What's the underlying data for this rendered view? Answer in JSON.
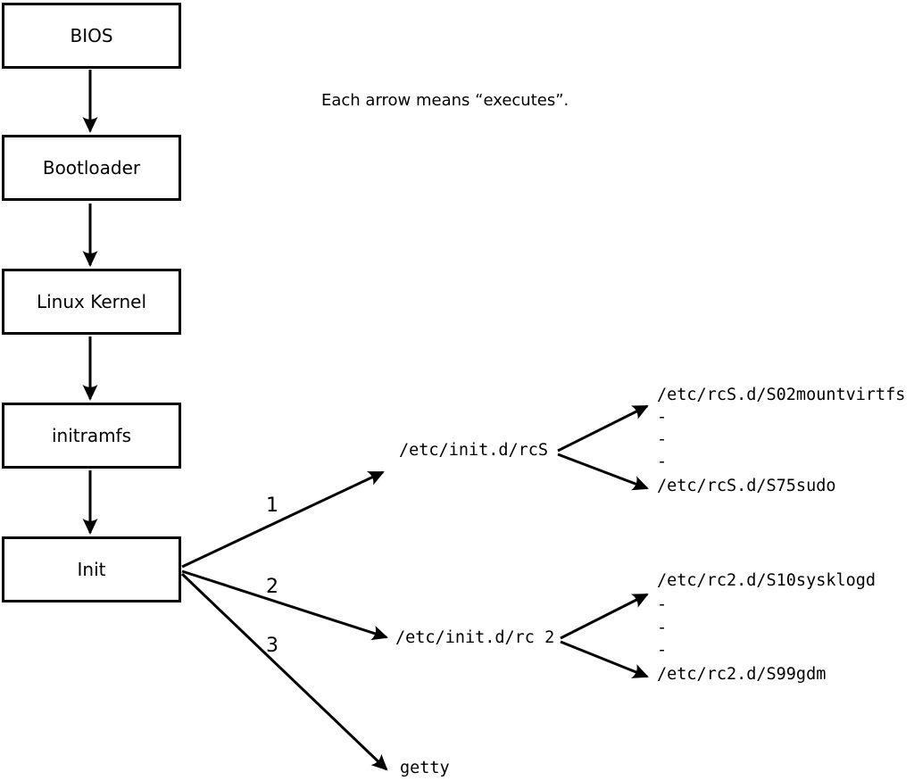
{
  "note": "Each arrow means “executes”.",
  "flow_boxes": [
    {
      "label": "BIOS"
    },
    {
      "label": "Bootloader"
    },
    {
      "label": "Linux Kernel"
    },
    {
      "label": "initramfs"
    },
    {
      "label": "Init"
    }
  ],
  "branches": [
    {
      "number": "1",
      "target": "/etc/init.d/rcS",
      "children": [
        "/etc/rcS.d/S02mountvirtfs",
        "-",
        "-",
        "-",
        "/etc/rcS.d/S75sudo"
      ]
    },
    {
      "number": "2",
      "target": "/etc/init.d/rc 2",
      "children": [
        "/etc/rc2.d/S10sysklogd",
        "-",
        "-",
        "-",
        "/etc/rc2.d/S99gdm"
      ]
    },
    {
      "number": "3",
      "target": "getty",
      "children": []
    }
  ],
  "colors": {
    "ink": "#000000",
    "background": "#ffffff"
  }
}
